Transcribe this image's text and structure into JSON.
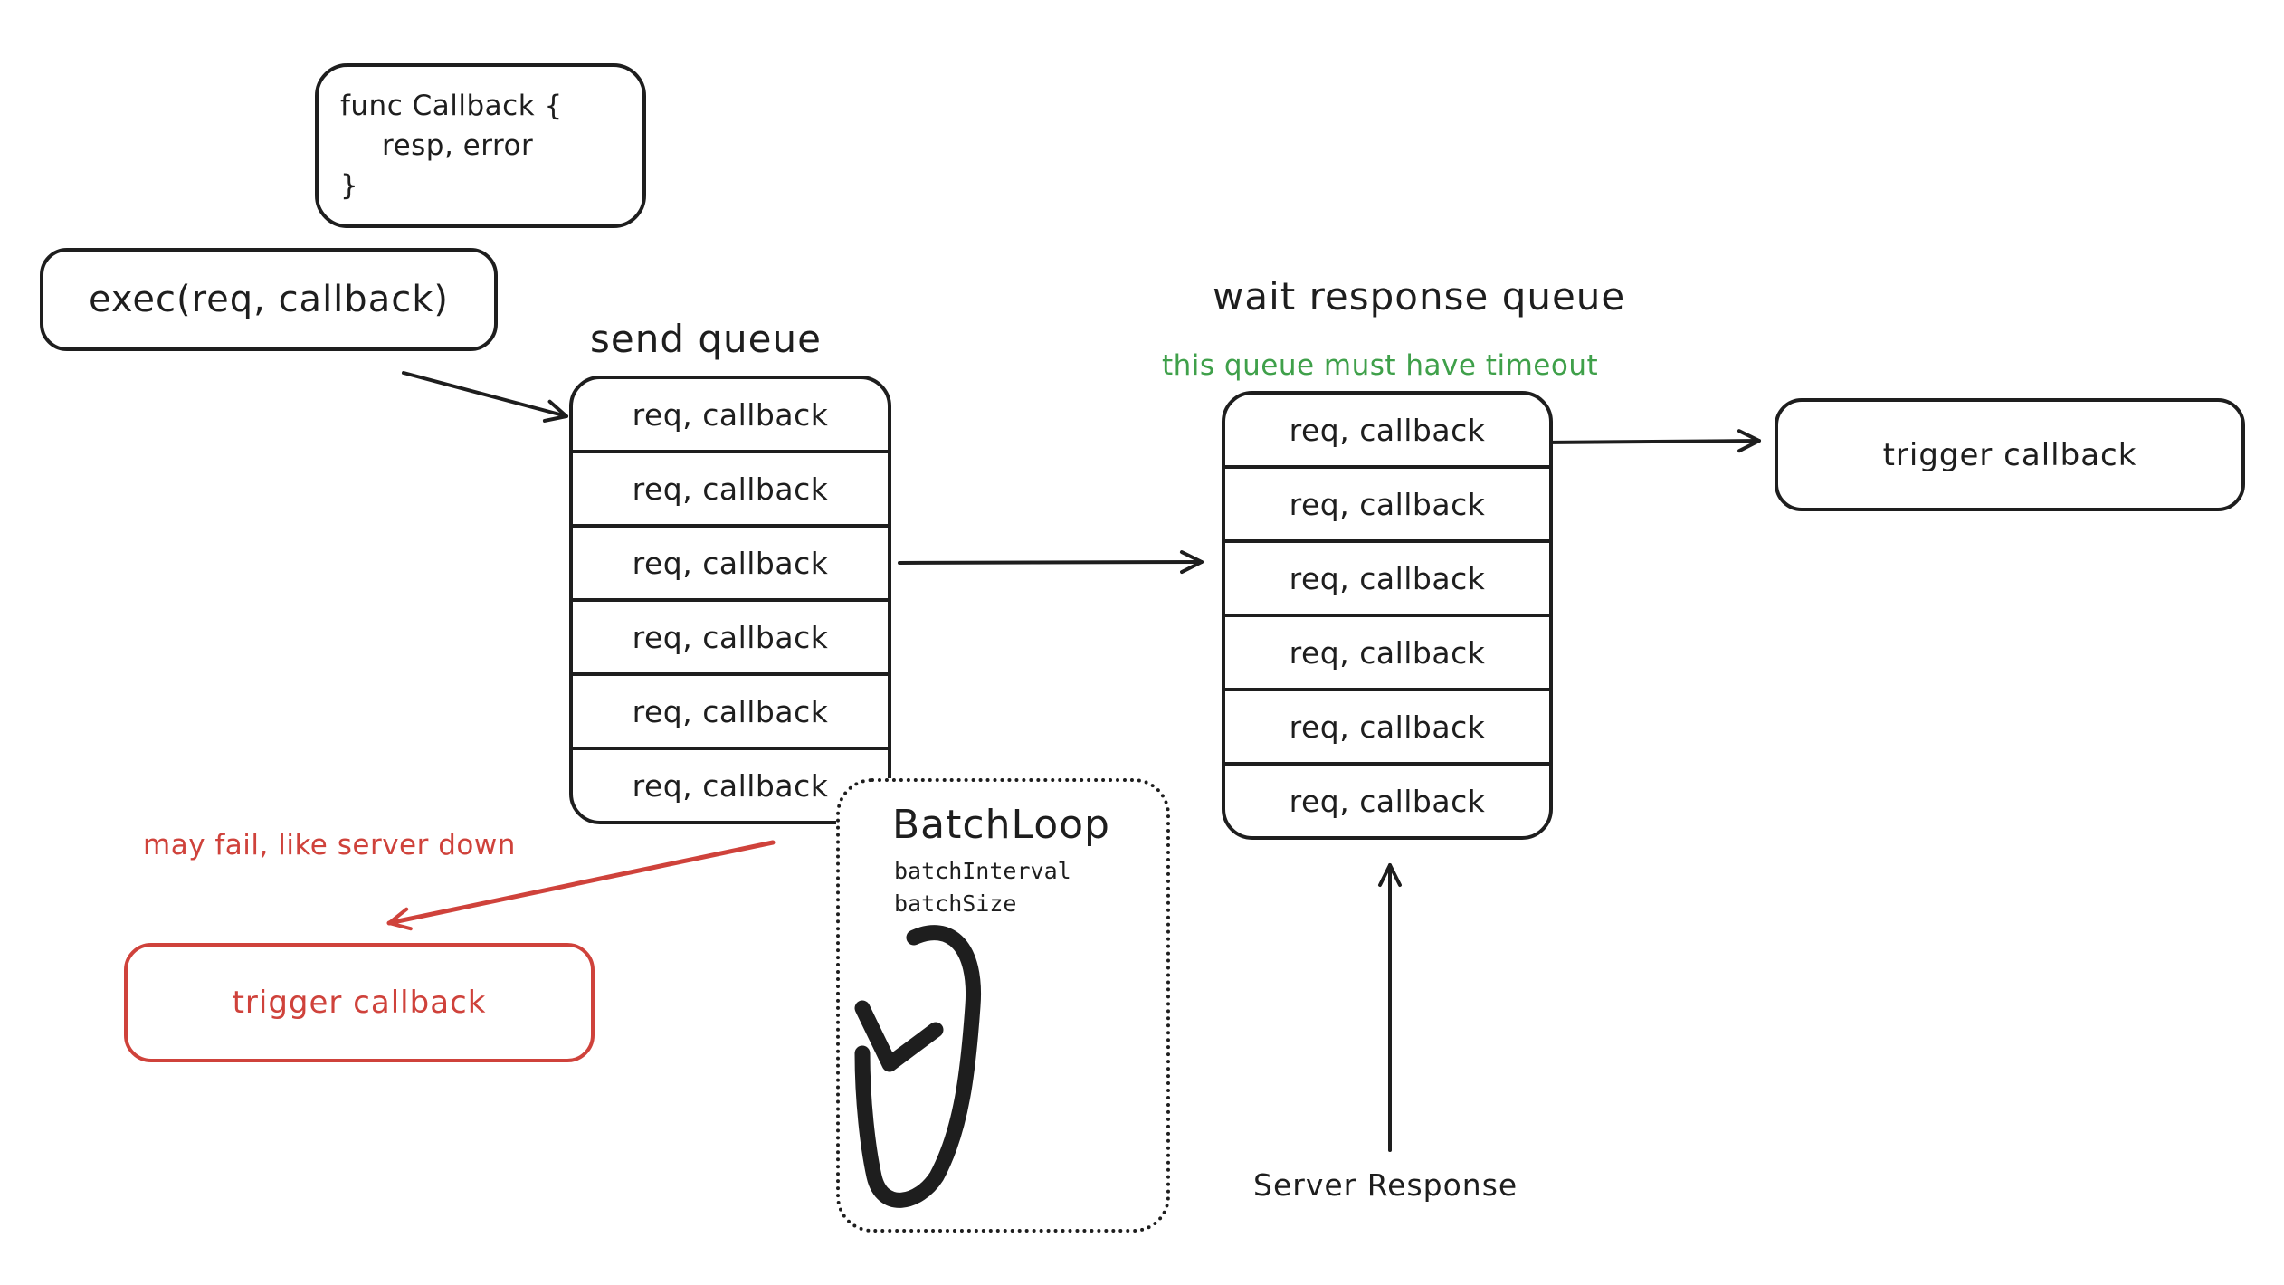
{
  "colors": {
    "ink": "#1e1e1e",
    "red": "#cf423b",
    "green": "#3fa04a",
    "background": "#ffffff"
  },
  "callback_def_box": {
    "lines": [
      "func Callback {",
      "resp, error",
      "}"
    ]
  },
  "exec_box": {
    "label": "exec(req, callback)"
  },
  "send_queue": {
    "title": "send queue",
    "rows": [
      "req, callback",
      "req, callback",
      "req, callback",
      "req, callback",
      "req, callback",
      "req, callback"
    ]
  },
  "wait_queue": {
    "title": "wait response queue",
    "note": "this queue must have timeout",
    "rows": [
      "req, callback",
      "req, callback",
      "req, callback",
      "req, callback",
      "req, callback",
      "req, callback"
    ]
  },
  "success_trigger_box": {
    "label": "trigger callback"
  },
  "failure": {
    "note": "may fail, like server down",
    "trigger_box_label": "trigger callback"
  },
  "batch_loop": {
    "title": "BatchLoop",
    "params": [
      "batchInterval",
      "batchSize"
    ],
    "icon": "loop-arrow-icon"
  },
  "server_response_label": "Server Response"
}
